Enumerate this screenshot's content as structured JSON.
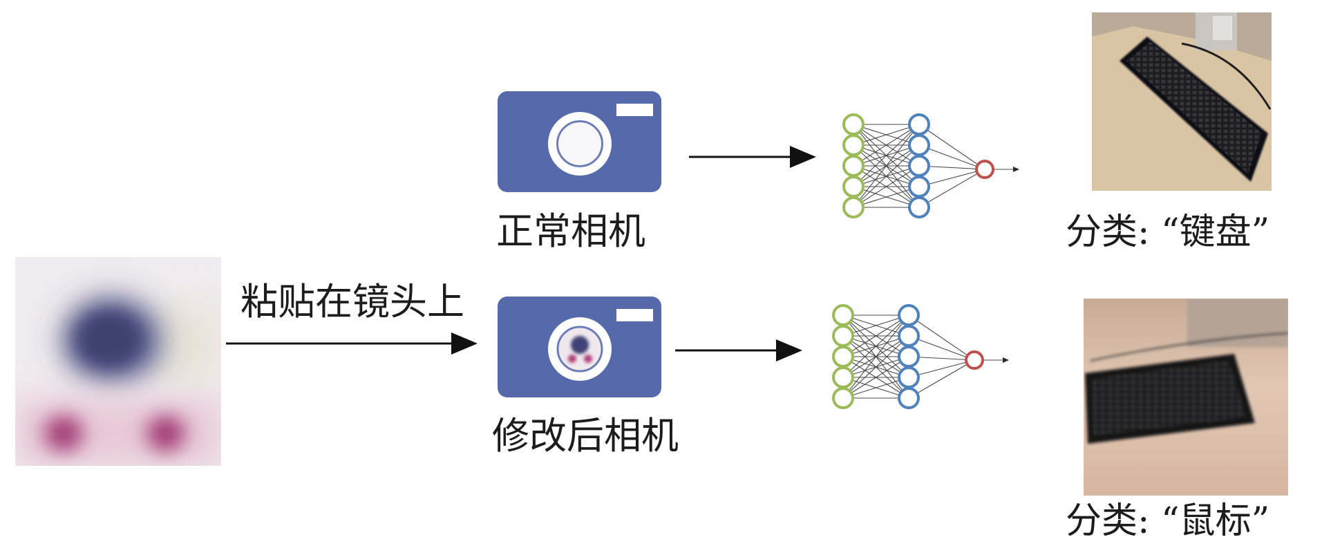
{
  "figure": {
    "adversarial_patch": {
      "icon": "blurred-patch-image"
    },
    "paste_label": "粘贴在镜头上",
    "normal_camera": {
      "label": "正常相机",
      "icon": "camera-icon"
    },
    "modified_camera": {
      "label": "修改后相机",
      "icon": "camera-icon"
    },
    "classifier_icon": "neural-network-icon",
    "results": [
      {
        "photo": "keyboard-photo",
        "classification": "分类: “键盘”"
      },
      {
        "photo": "keyboard-photo",
        "classification": "分类: “鼠标”"
      }
    ],
    "colors": {
      "camera_body": "#5669aa",
      "input_nodes": "#9bbb59",
      "hidden_nodes": "#4f81bd",
      "output_node": "#c0504d",
      "arrow": "#111111"
    }
  }
}
